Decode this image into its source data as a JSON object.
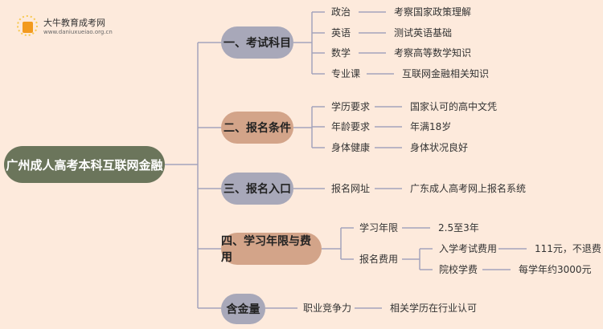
{
  "logo": {
    "name": "大牛教育成考网",
    "url": "www.daniuxueiao.org.cn"
  },
  "root": "广州成人高考本科互联网金融",
  "branches": [
    {
      "label": "一、考试科目",
      "items": [
        {
          "k": "政治",
          "v": "考察国家政策理解"
        },
        {
          "k": "英语",
          "v": "测试英语基础"
        },
        {
          "k": "数学",
          "v": "考察高等数学知识"
        },
        {
          "k": "专业课",
          "v": "互联网金融相关知识"
        }
      ]
    },
    {
      "label": "二、报名条件",
      "items": [
        {
          "k": "学历要求",
          "v": "国家认可的高中文凭"
        },
        {
          "k": "年龄要求",
          "v": "年满18岁"
        },
        {
          "k": "身体健康",
          "v": "身体状况良好"
        }
      ]
    },
    {
      "label": "三、报名入口",
      "items": [
        {
          "k": "报名网址",
          "v": "广东成人高考网上报名系统"
        }
      ]
    },
    {
      "label": "四、学习年限与费用",
      "items": [
        {
          "k": "学习年限",
          "v": "2.5至3年"
        },
        {
          "k": "报名费用",
          "sub": [
            {
              "k": "入学考试费用",
              "v": "111元，不退费"
            },
            {
              "k": "院校学费",
              "v": "每学年约3000元"
            }
          ]
        }
      ]
    },
    {
      "label": "含金量",
      "items": [
        {
          "k": "职业竞争力",
          "v": "相关学历在行业认可"
        }
      ]
    }
  ],
  "colors": {
    "bg": "#fdeadc",
    "root": "#6b755b",
    "gray": "#a8a8b9",
    "salmon": "#d3a489",
    "line": "#a0a0b8"
  }
}
